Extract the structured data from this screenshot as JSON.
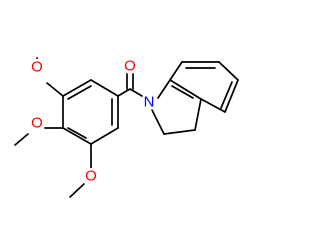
{
  "molecule": {
    "atom_labels": {
      "carbonyl_oxygen": "O",
      "indoline_nitrogen": "N",
      "methoxy_oxygen_top": "O",
      "methoxy_oxygen_middle": "O",
      "methoxy_oxygen_bottom": "O"
    },
    "colors": {
      "oxygen": "#ff0000",
      "nitrogen": "#0000ff",
      "bond": "#000000",
      "background": "#ffffff"
    }
  }
}
